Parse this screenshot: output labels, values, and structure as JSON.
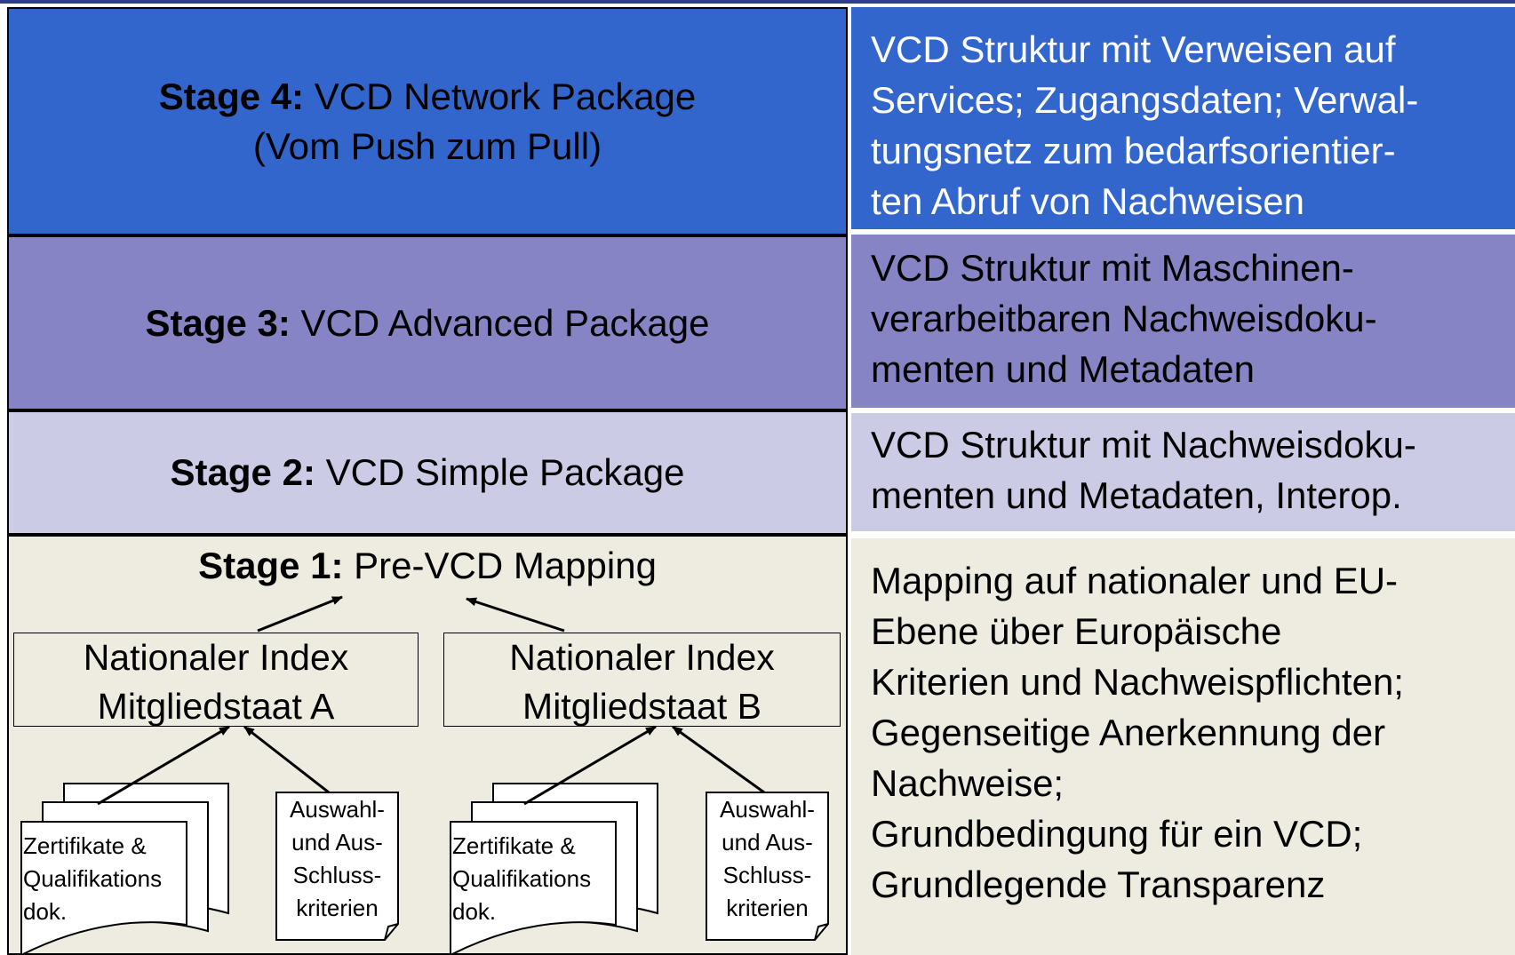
{
  "colors": {
    "stage4_fill": "#3366cc",
    "stage3_fill": "#8684c4",
    "stage2_fill": "#cccbe6",
    "stage1_fill": "#eeece1",
    "desc4_fill": "#3366cc",
    "desc3_fill": "#8684c4",
    "desc2_fill": "#cccbe6",
    "desc1_fill": "#eeece1"
  },
  "stages": {
    "stage4": {
      "label": "Stage 4:",
      "title": "VCD Network Package",
      "subtitle": "(Vom Push zum Pull)"
    },
    "stage3": {
      "label": "Stage 3:",
      "title": "VCD Advanced Package"
    },
    "stage2": {
      "label": "Stage 2:",
      "title": "VCD Simple Package"
    },
    "stage1": {
      "label": "Stage 1:",
      "title": "Pre-VCD Mapping"
    }
  },
  "descriptions": {
    "stage4": [
      "VCD Struktur mit Verweisen auf",
      "Services; Zugangsdaten; Verwal-",
      "tungsnetz zum bedarfsorientier-",
      "ten Abruf von Nachweisen"
    ],
    "stage3": [
      "VCD Struktur mit Maschinen-",
      "verarbeitbaren Nachweisdoku-",
      "menten und Metadaten"
    ],
    "stage2": [
      "VCD Struktur mit Nachweisdoku-",
      "menten und Metadaten, Interop."
    ],
    "stage1": [
      "Mapping auf nationaler und EU-",
      "Ebene über Europäische",
      "Kriterien und Nachweispflichten;",
      "Gegenseitige Anerkennung der",
      "Nachweise;",
      "Grundbedingung für ein VCD;",
      "Grundlegende Transparenz"
    ]
  },
  "national_indexes": {
    "a": {
      "line1": "Nationaler Index",
      "line2": "Mitgliedstaat A"
    },
    "b": {
      "line1": "Nationaler Index",
      "line2": "Mitgliedstaat B"
    }
  },
  "documents": {
    "a": {
      "certs": [
        "Zertifikate &",
        "Qualifikations",
        "dok."
      ],
      "criteria": [
        "Auswahl-",
        "und Aus-",
        "Schluss-",
        "kriterien"
      ]
    },
    "b": {
      "certs": [
        "Zertifikate &",
        "Qualifikations",
        "dok."
      ],
      "criteria": [
        "Auswahl-",
        "und Aus-",
        "Schluss-",
        "kriterien"
      ]
    }
  }
}
